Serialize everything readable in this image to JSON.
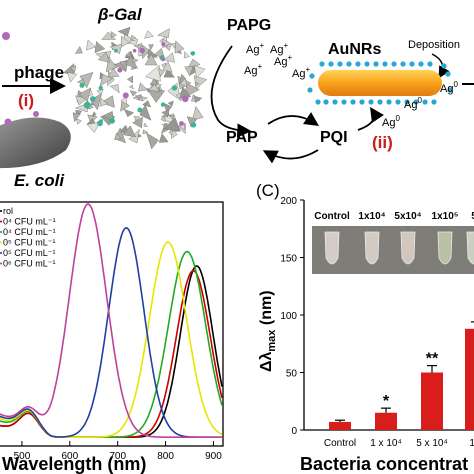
{
  "schematic": {
    "phage_label": "phage",
    "step_i": "(i)",
    "beta_gal_label": "β-Gal",
    "ecoli_label": "E. coli",
    "papg_label": "PAPG",
    "pap_label": "PAP",
    "pqi_label": "PQI",
    "aunrs_label": "AuNRs",
    "deposition_label": "Deposition",
    "step_ii": "(ii)",
    "ag_plus": "Ag",
    "ag_plus_sup": "+",
    "ag_zero": "Ag",
    "ag_zero_sup": "0"
  },
  "panel_b": {
    "legend": [
      {
        "label": "rol",
        "color": "#000000"
      },
      {
        "label": "0⁴ CFU mL⁻¹",
        "color": "#cc0000"
      },
      {
        "label": "0⁴ CFU mL⁻¹",
        "color": "#22aa22"
      },
      {
        "label": "0⁵ CFU mL⁻¹",
        "color": "#e6e600"
      },
      {
        "label": "0⁵ CFU mL⁻¹",
        "color": "#1f3fa6"
      },
      {
        "label": "0⁶ CFU mL⁻¹",
        "color": "#c0409c"
      }
    ],
    "xlabel": "Wavelength (nm)",
    "xticks": [
      "500",
      "600",
      "700",
      "800",
      "900"
    ]
  },
  "panel_c": {
    "panel_label": "(C)",
    "ylabel_main": "Δλ",
    "ylabel_sub": "max",
    "ylabel_unit": " (nm)",
    "xlabel": "Bacteria concentrat",
    "yticks": [
      "0",
      "50",
      "100",
      "150",
      "200"
    ],
    "photo_labels": [
      "Control",
      "1x10⁴",
      "5x10⁴",
      "1x10⁵",
      "5"
    ],
    "photo_tube_colors": [
      "#d9d2cc",
      "#d8cfc8",
      "#d6cbc2",
      "#bcc4a8",
      "#cfd6c4"
    ]
  },
  "chart_data": [
    {
      "type": "line",
      "title": "",
      "xlabel": "Wavelength (nm)",
      "ylabel": "",
      "xlim": [
        450,
        920
      ],
      "series": [
        {
          "name": "rol",
          "color": "#000000",
          "peak": 865,
          "width": 48,
          "amp": 0.72,
          "base": 0.05
        },
        {
          "name": "0⁴ CFU mL⁻¹",
          "color": "#cc0000",
          "peak": 858,
          "width": 50,
          "amp": 0.7,
          "base": 0.05
        },
        {
          "name": "0⁴ CFU mL⁻¹",
          "color": "#22aa22",
          "peak": 845,
          "width": 55,
          "amp": 0.78,
          "base": 0.07
        },
        {
          "name": "0⁵ CFU mL⁻¹",
          "color": "#e6e600",
          "peak": 805,
          "width": 55,
          "amp": 0.82,
          "base": 0.08
        },
        {
          "name": "0⁵ CFU mL⁻¹",
          "color": "#1f3fa6",
          "peak": 718,
          "width": 52,
          "amp": 0.88,
          "base": 0.09
        },
        {
          "name": "0⁶ CFU mL⁻¹",
          "color": "#c0409c",
          "peak": 638,
          "width": 55,
          "amp": 0.98,
          "base": 0.1
        }
      ]
    },
    {
      "type": "bar",
      "title": "",
      "xlabel": "Bacteria concentrat",
      "ylabel": "Δλmax (nm)",
      "ylim": [
        0,
        200
      ],
      "categories": [
        "Control",
        "1 x 10⁴",
        "5 x 10⁴",
        "1 x"
      ],
      "values": [
        7,
        15,
        50,
        88
      ],
      "errors": [
        1.5,
        4,
        6,
        6
      ],
      "significance": [
        "",
        "*",
        "**",
        ""
      ],
      "bar_color": "#d91c1c"
    }
  ]
}
